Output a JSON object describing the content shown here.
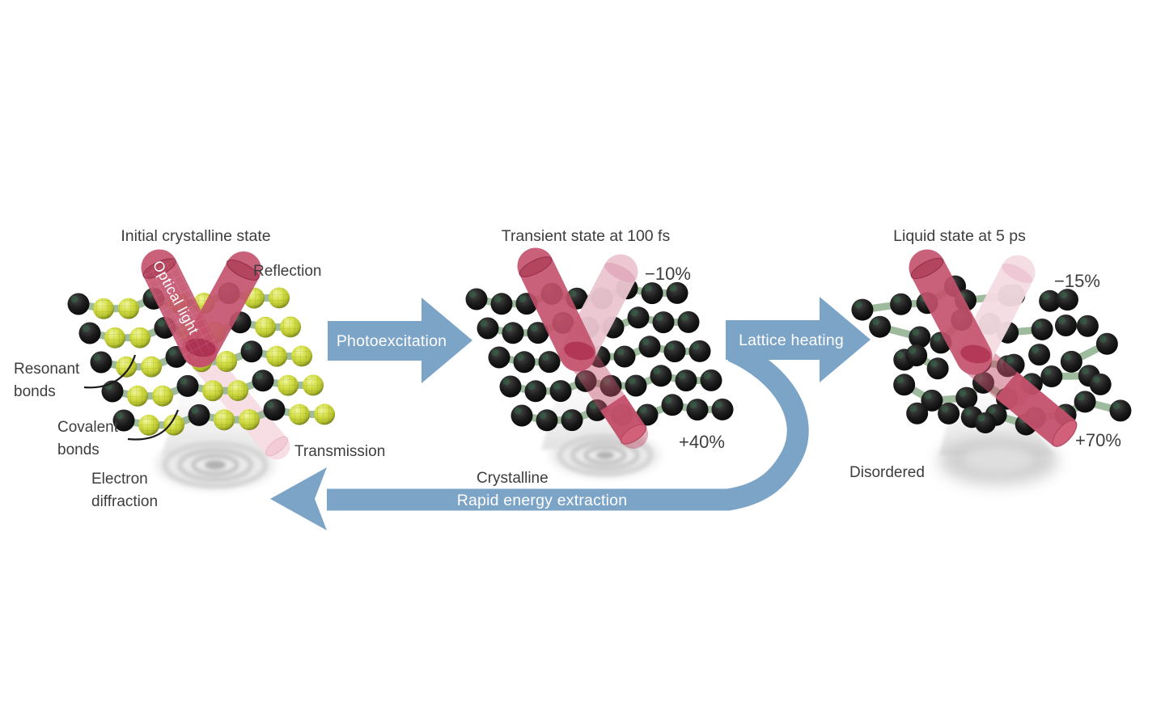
{
  "colors": {
    "arrow_blue": "#7CA4C7",
    "beam_crimson": "#C4516C",
    "beam_pale_pink": "#ECC6D1",
    "beam_faint_pink": "#F5DCE3",
    "bond_green": "#8FB08C",
    "atom_yellow": "#D5DF4A",
    "atom_black": "#1B1B1B",
    "diffraction_gray": "#C9C9C9",
    "text": "#3D3D3D"
  },
  "panels": [
    {
      "id": "initial",
      "title": "Initial crystalline state",
      "beam_label": "Optical light",
      "reflection_label": "Reflection",
      "transmission_label": "Transmission",
      "resonant_label": "Resonant bonds",
      "covalent_label": "Covalent bonds",
      "diffraction_label": "Electron diffraction"
    },
    {
      "id": "transient",
      "title": "Transient state at 100 fs",
      "reflection_change": "−10%",
      "transmission_change": "+40%",
      "state_label": "Crystalline"
    },
    {
      "id": "liquid",
      "title": "Liquid state at 5 ps",
      "reflection_change": "−15%",
      "transmission_change": "+70%",
      "state_label": "Disordered"
    }
  ],
  "process_arrows": {
    "photoexcitation": "Photoexcitation",
    "lattice_heating": "Lattice heating",
    "energy_extraction": "Rapid energy extraction"
  }
}
